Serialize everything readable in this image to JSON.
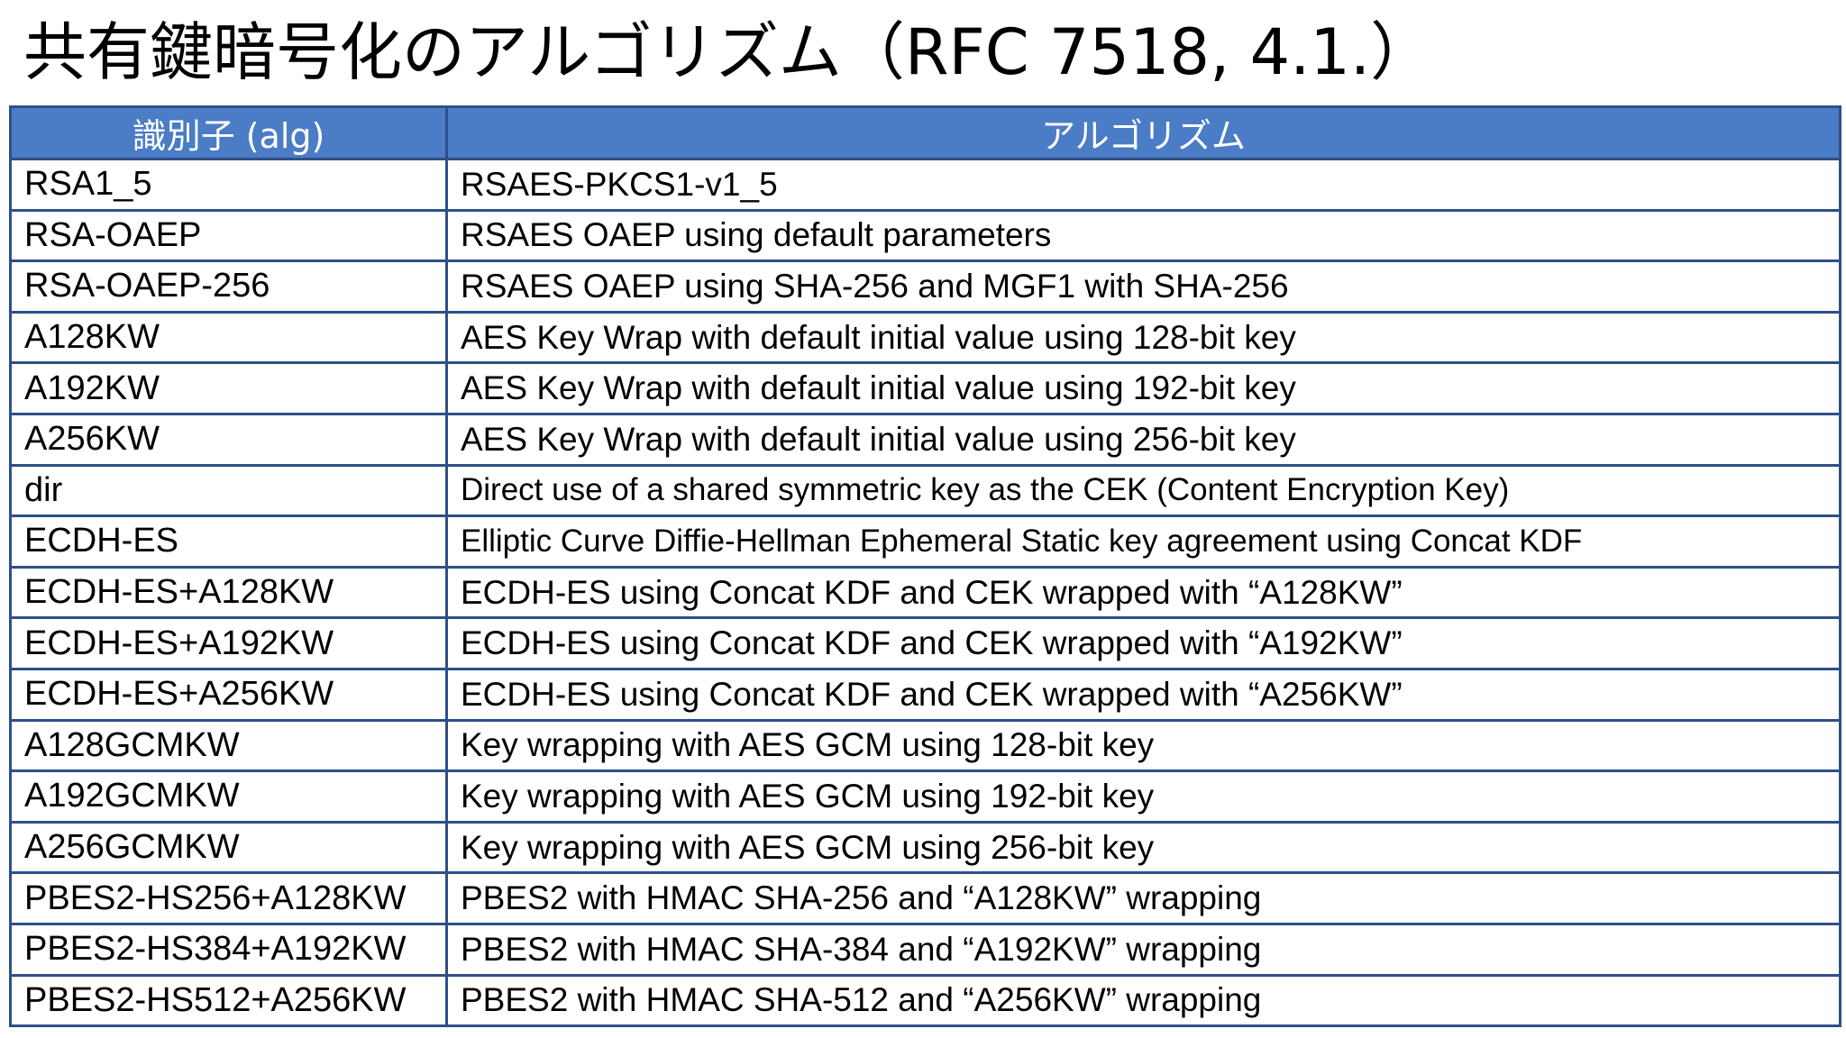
{
  "title": "共有鍵暗号化のアルゴリズム（RFC 7518, 4.1.）",
  "table": {
    "headers": [
      "識別子 (alg)",
      "アルゴリズム"
    ],
    "rows": [
      {
        "id": "RSA1_5",
        "algorithm": "RSAES-PKCS1-v1_5"
      },
      {
        "id": "RSA-OAEP",
        "algorithm": "RSAES OAEP using default parameters"
      },
      {
        "id": "RSA-OAEP-256",
        "algorithm": "RSAES OAEP using SHA-256 and MGF1 with SHA-256"
      },
      {
        "id": "A128KW",
        "algorithm": "AES Key Wrap with default initial value using 128-bit key"
      },
      {
        "id": "A192KW",
        "algorithm": "AES Key Wrap with default initial value using 192-bit key"
      },
      {
        "id": "A256KW",
        "algorithm": "AES Key Wrap with default initial value using 256-bit key"
      },
      {
        "id": "dir",
        "algorithm": "Direct use of a shared symmetric key as the CEK (Content Encryption Key)"
      },
      {
        "id": "ECDH-ES",
        "algorithm": "Elliptic Curve Diffie-Hellman Ephemeral Static key agreement using Concat KDF"
      },
      {
        "id": "ECDH-ES+A128KW",
        "algorithm": "ECDH-ES using Concat KDF and CEK wrapped with “A128KW”"
      },
      {
        "id": "ECDH-ES+A192KW",
        "algorithm": "ECDH-ES using Concat KDF and CEK wrapped with “A192KW”"
      },
      {
        "id": "ECDH-ES+A256KW",
        "algorithm": "ECDH-ES using Concat KDF and CEK wrapped with “A256KW”"
      },
      {
        "id": "A128GCMKW",
        "algorithm": "Key wrapping with AES GCM using 128-bit key"
      },
      {
        "id": "A192GCMKW",
        "algorithm": "Key wrapping with AES GCM using 192-bit key"
      },
      {
        "id": "A256GCMKW",
        "algorithm": "Key wrapping with AES GCM using 256-bit key"
      },
      {
        "id": "PBES2-HS256+A128KW",
        "algorithm": "PBES2 with HMAC SHA-256 and “A128KW” wrapping"
      },
      {
        "id": "PBES2-HS384+A192KW",
        "algorithm": "PBES2 with HMAC SHA-384 and “A192KW” wrapping"
      },
      {
        "id": "PBES2-HS512+A256KW",
        "algorithm": "PBES2 with HMAC SHA-512 and “A256KW” wrapping"
      }
    ]
  },
  "colors": {
    "header_bg": "#4b7cc6",
    "border": "#2e4f8a",
    "header_text": "#ffffff"
  }
}
